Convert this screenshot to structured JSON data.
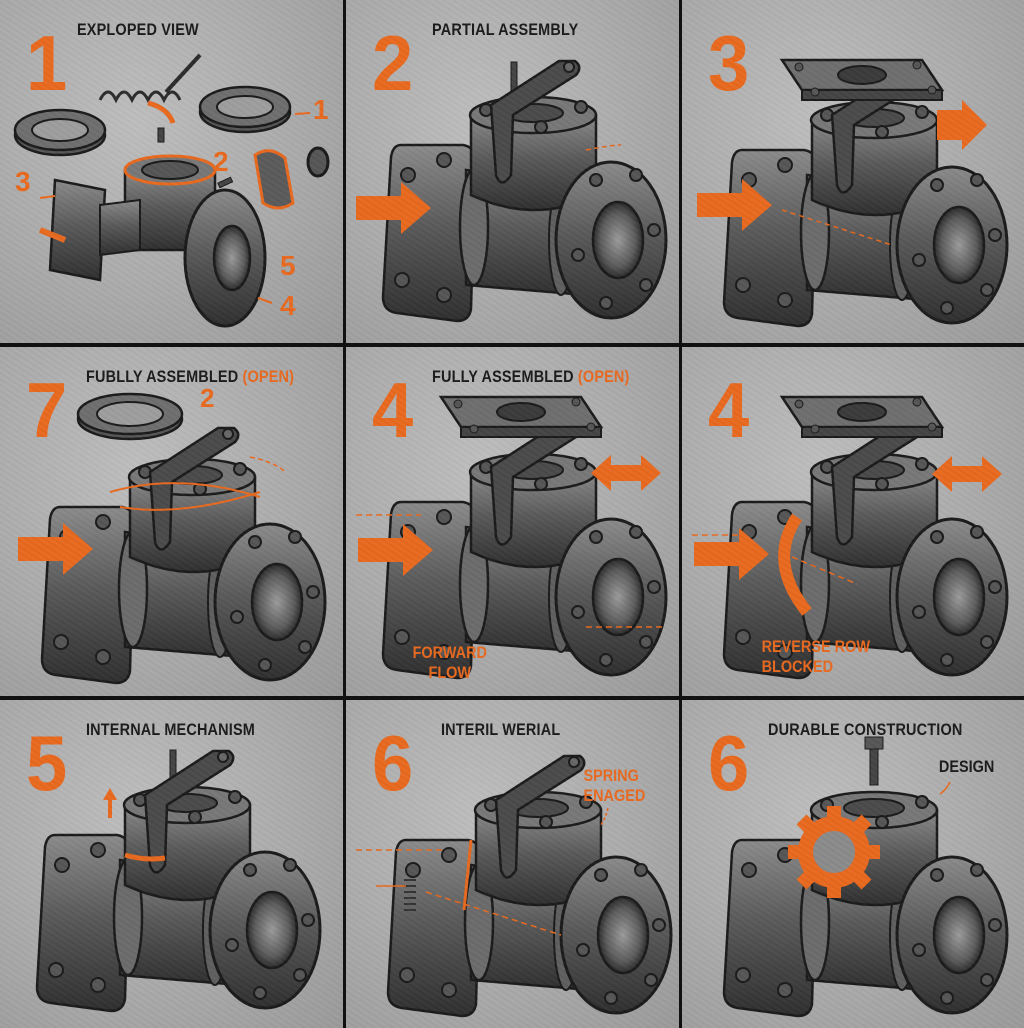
{
  "colors": {
    "accent": "#e8681e",
    "background": "#ababab",
    "metal": "#4a4a4a",
    "ink": "#1a1a1a",
    "divider": "#111111"
  },
  "panels": [
    {
      "step": "1",
      "title": "EXPLOPED VIEW",
      "callouts": [
        "1",
        "2",
        "3",
        "4",
        "5"
      ],
      "parts": [
        "flange-ring-left",
        "spring",
        "flange-ring-right",
        "pin",
        "disc",
        "seal",
        "valve-body"
      ]
    },
    {
      "step": "2",
      "title": "PARTIAL ASSEMBLY",
      "arrow": "flow-arrow-right"
    },
    {
      "step": "3",
      "title": "",
      "arrow": "flow-arrow-right",
      "extra_arrow": "arrow-right"
    },
    {
      "step": "7",
      "title": "FUBLLY ASSEMBLED",
      "title_accent": "(OPEN)",
      "callouts": [
        "2"
      ]
    },
    {
      "step": "4",
      "title": "FULLY ASSEMBLED",
      "title_accent": "(OPEN)",
      "label": [
        "FORWARD",
        "FLOW"
      ]
    },
    {
      "step": "4",
      "title": "",
      "label": [
        "REVERSE ROW",
        "BLOCKED"
      ]
    },
    {
      "step": "5",
      "title": "INTERNAL MECHANISM"
    },
    {
      "step": "6",
      "title": "INTERIL WERIAL",
      "label": [
        "SPRING",
        "ENAGED"
      ]
    },
    {
      "step": "6",
      "title": "DURABLE CONSTRUCTION",
      "side_label": "DESIGN",
      "icon": "gear-icon"
    }
  ]
}
